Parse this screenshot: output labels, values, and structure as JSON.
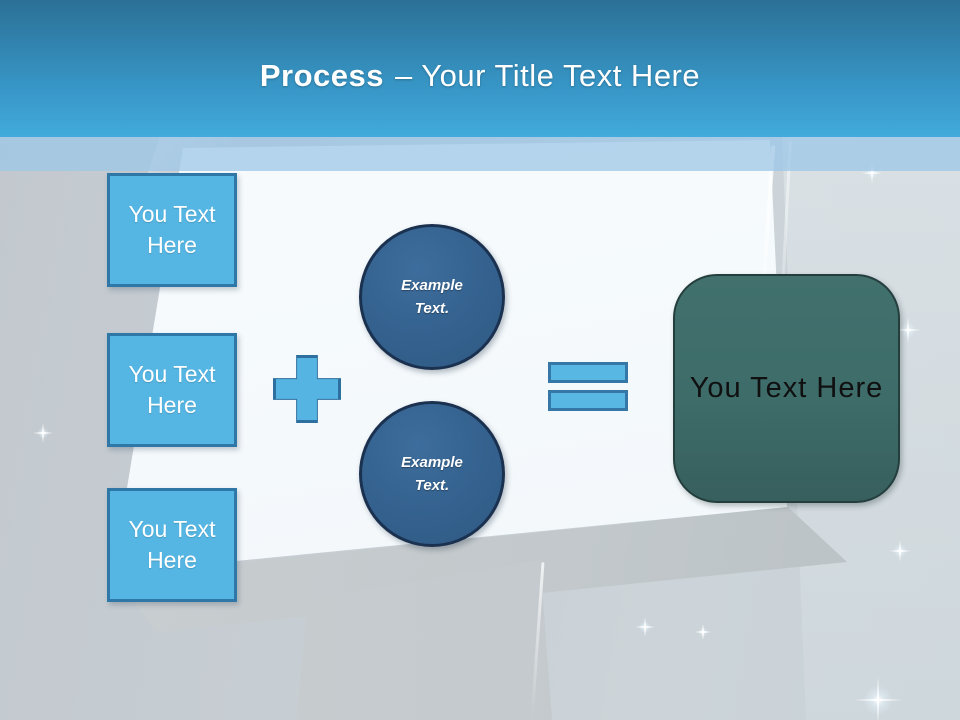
{
  "slide": {
    "title_emphasis": "Process",
    "title_rest": "– Your Title Text Here"
  },
  "diagram": {
    "inputs": [
      {
        "label": "You Text Here"
      },
      {
        "label": "You Text Here"
      },
      {
        "label": "You Text Here"
      }
    ],
    "operators": {
      "plus": "plus-sign",
      "equals": "equals-sign"
    },
    "examples": [
      {
        "label": "Example Text."
      },
      {
        "label": "Example Text."
      }
    ],
    "result": {
      "label": "You Text Here"
    }
  },
  "colors": {
    "header_gradient_top": "#2b7096",
    "header_gradient_bottom": "#42aadc",
    "header_glow_band": "#9ec7e7",
    "placeholder_fill": "#55b6e3",
    "placeholder_border": "#2e77a6",
    "circle_fill": "#34618e",
    "circle_border": "#1b3150",
    "result_fill": "#3d6c69",
    "result_border": "#243e3d",
    "title_color": "#ffffff",
    "background_grey": "#c6cdd3",
    "screen_white": "#f5fafc"
  }
}
